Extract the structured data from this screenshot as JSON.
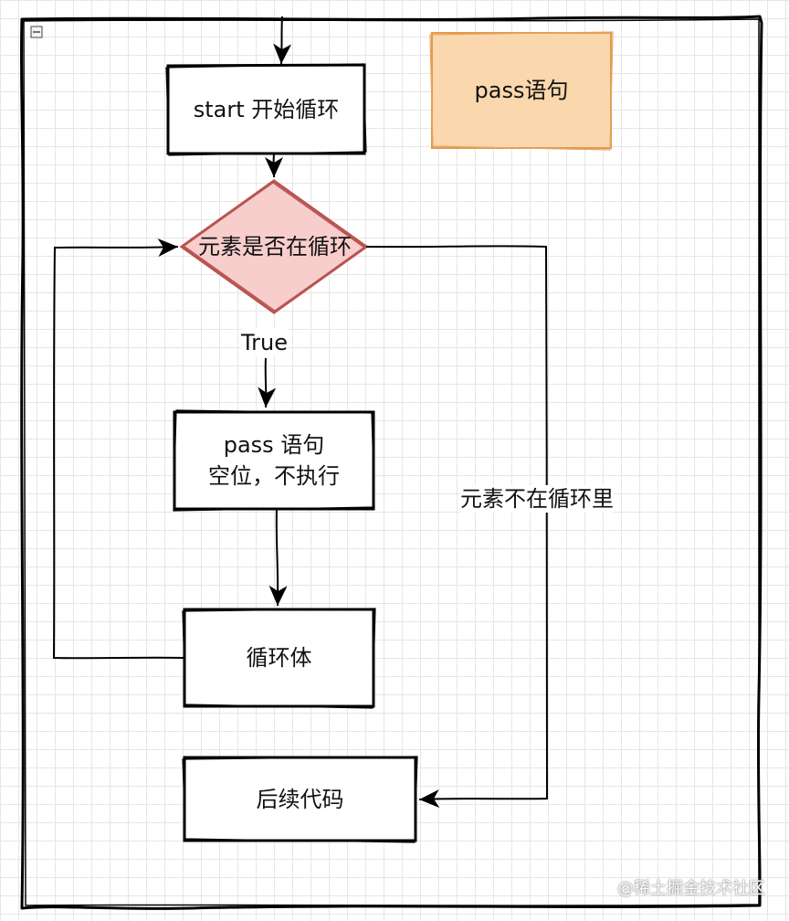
{
  "diagram": {
    "nodes": {
      "start": "start 开始循环",
      "condition": "元素是否在循环",
      "pass_note": "pass语句",
      "pass_statement": "pass 语句\n空位，不执行",
      "loop_body": "循环体",
      "after_code": "后续代码"
    },
    "edges": {
      "true_label": "True",
      "not_in_loop_label": "元素不在循环里"
    },
    "watermark": "@稀土掘金技术社区"
  }
}
